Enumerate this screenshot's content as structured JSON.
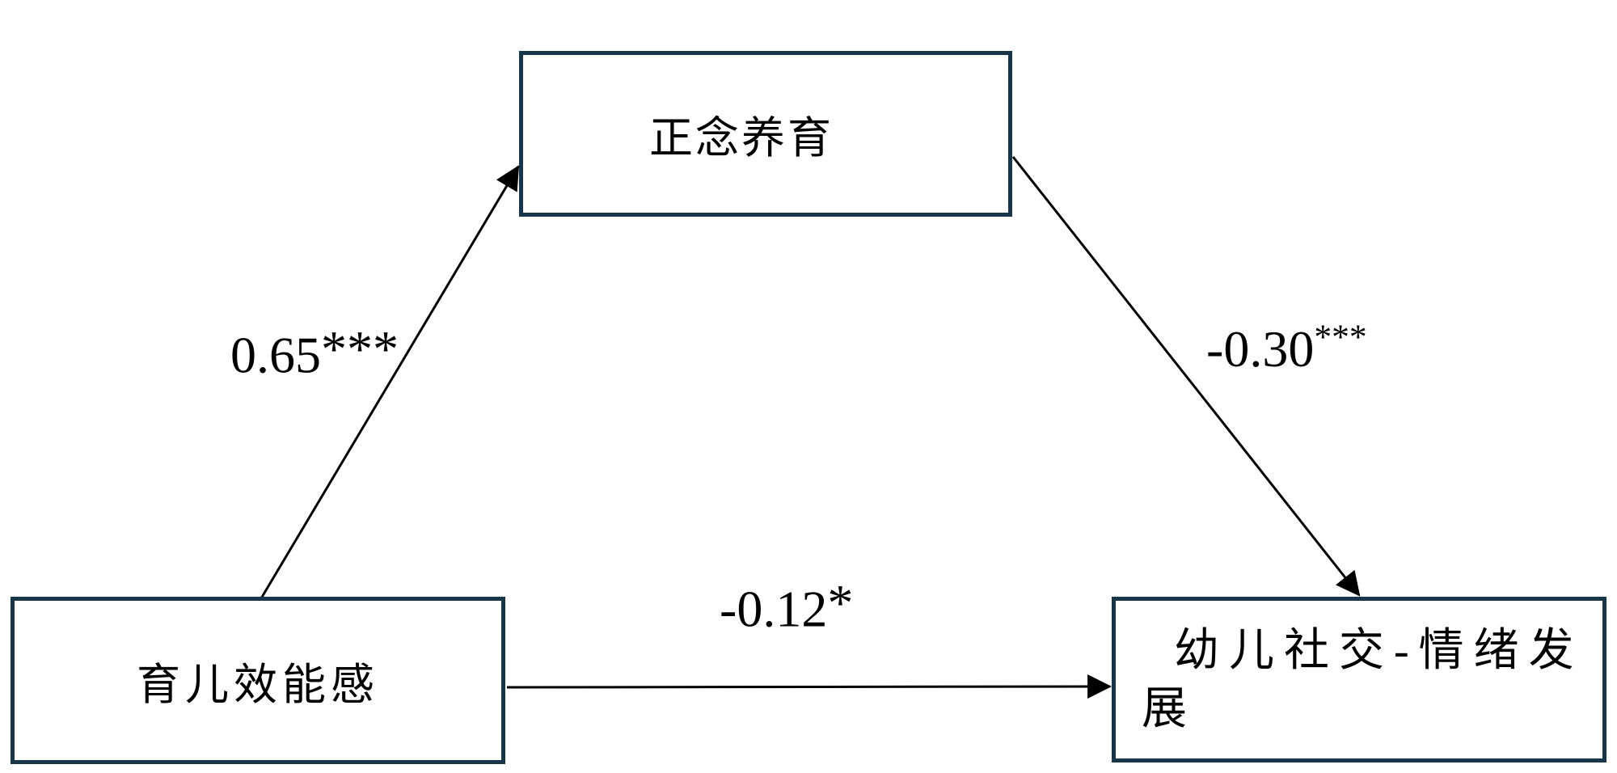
{
  "figure": {
    "type": "mediation-path-diagram",
    "nodes": {
      "mediator": {
        "label": "正念养育"
      },
      "predictor": {
        "label": "育儿效能感"
      },
      "outcome": {
        "label": "幼儿社交-情绪发展"
      }
    },
    "paths": {
      "a": {
        "from": "predictor",
        "to": "mediator",
        "coefficient": "0.65",
        "significance": "***"
      },
      "b": {
        "from": "mediator",
        "to": "outcome",
        "coefficient": "-0.30",
        "significance": "***"
      },
      "c": {
        "from": "predictor",
        "to": "outcome",
        "coefficient": "-0.12",
        "significance": "*"
      }
    },
    "colors": {
      "box_border": "#17364a",
      "arrow": "#000000",
      "bg": "#ffffff"
    }
  }
}
